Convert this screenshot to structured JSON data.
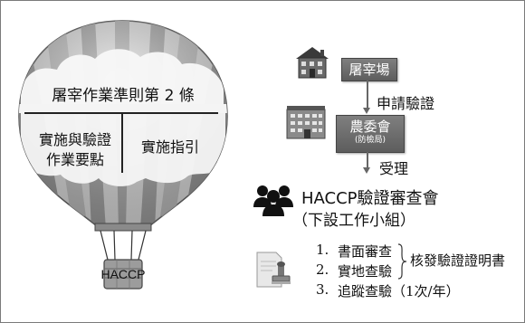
{
  "balloon": {
    "top_title": "屠宰作業準則第 2 條",
    "left_section": [
      "實施與驗證",
      "作業要點"
    ],
    "right_section": "實施指引",
    "basket_label": "HACCP"
  },
  "flow": {
    "slaughterhouse_label": "屠宰場",
    "apply_label": "申請驗證",
    "agency_label": "農委會",
    "agency_sub": "(防檢局)",
    "accept_label": "受理",
    "committee_line1": "HACCP驗證審查會",
    "committee_line2": "（下設工作小組）",
    "steps": [
      {
        "num": "1.",
        "text": "書面審查"
      },
      {
        "num": "2.",
        "text": "實地查驗"
      },
      {
        "num": "3.",
        "text": "追蹤查驗（1次/年）"
      }
    ],
    "certificate_label": "核發驗證證明書"
  },
  "icons": [
    "house-icon",
    "office-building-icon",
    "people-group-icon",
    "document-stamp-icon"
  ]
}
